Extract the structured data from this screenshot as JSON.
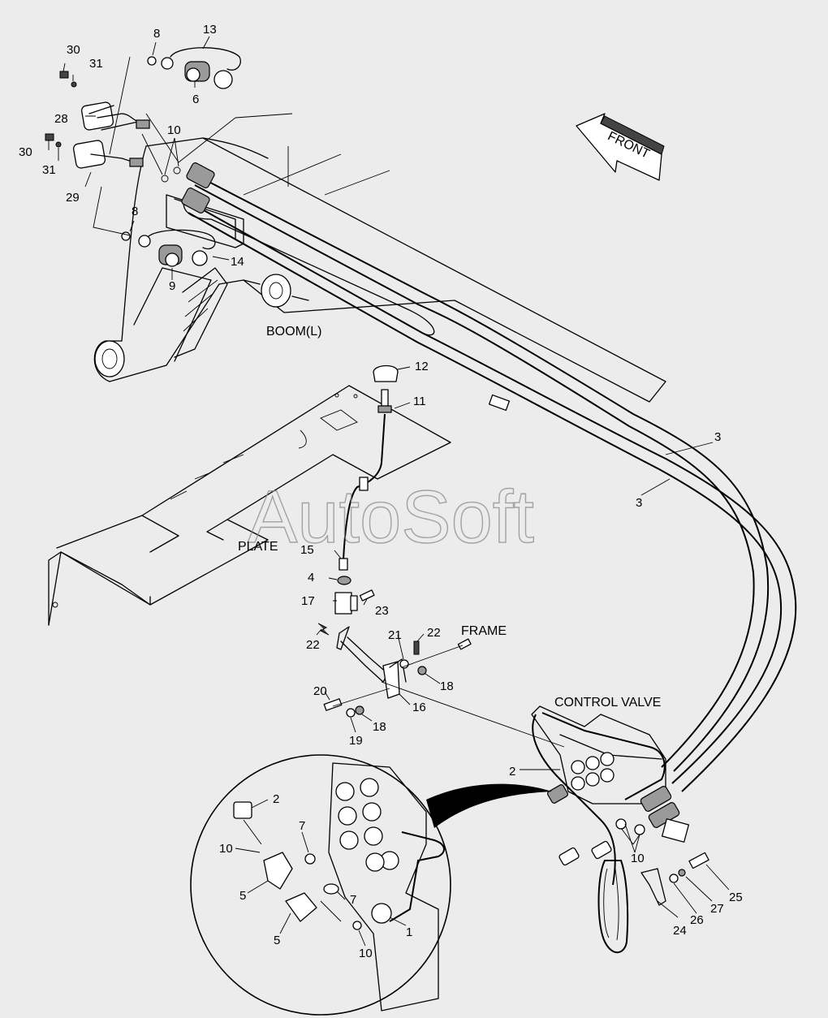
{
  "labels": {
    "boom": "BOOM(L)",
    "plate": "PLATE",
    "frame": "FRAME",
    "control_valve": "CONTROL VALVE",
    "front": "FRONT"
  },
  "watermark": "AutoSoft",
  "callouts": [
    {
      "id": "c30a",
      "text": "30"
    },
    {
      "id": "c31a",
      "text": "31"
    },
    {
      "id": "c8a",
      "text": "8"
    },
    {
      "id": "c13",
      "text": "13"
    },
    {
      "id": "c6",
      "text": "6"
    },
    {
      "id": "c28",
      "text": "28"
    },
    {
      "id": "c10a",
      "text": "10"
    },
    {
      "id": "c30b",
      "text": "30"
    },
    {
      "id": "c31b",
      "text": "31"
    },
    {
      "id": "c29",
      "text": "29"
    },
    {
      "id": "c8b",
      "text": "8"
    },
    {
      "id": "c14",
      "text": "14"
    },
    {
      "id": "c9",
      "text": "9"
    },
    {
      "id": "c12",
      "text": "12"
    },
    {
      "id": "c11",
      "text": "11"
    },
    {
      "id": "c3a",
      "text": "3"
    },
    {
      "id": "c3b",
      "text": "3"
    },
    {
      "id": "c15",
      "text": "15"
    },
    {
      "id": "c4",
      "text": "4"
    },
    {
      "id": "c17",
      "text": "17"
    },
    {
      "id": "c23",
      "text": "23"
    },
    {
      "id": "c22a",
      "text": "22"
    },
    {
      "id": "c22b",
      "text": "22"
    },
    {
      "id": "c21",
      "text": "21"
    },
    {
      "id": "c18a",
      "text": "18"
    },
    {
      "id": "c20",
      "text": "20"
    },
    {
      "id": "c16",
      "text": "16"
    },
    {
      "id": "c18b",
      "text": "18"
    },
    {
      "id": "c19",
      "text": "19"
    },
    {
      "id": "c2a",
      "text": "2"
    },
    {
      "id": "c10b",
      "text": "10"
    },
    {
      "id": "c25",
      "text": "25"
    },
    {
      "id": "c27",
      "text": "27"
    },
    {
      "id": "c26",
      "text": "26"
    },
    {
      "id": "c24",
      "text": "24"
    },
    {
      "id": "c2b",
      "text": "2"
    },
    {
      "id": "c7a",
      "text": "7"
    },
    {
      "id": "c10c",
      "text": "10"
    },
    {
      "id": "c5a",
      "text": "5"
    },
    {
      "id": "c7b",
      "text": "7"
    },
    {
      "id": "c5b",
      "text": "5"
    },
    {
      "id": "c10d",
      "text": "10"
    },
    {
      "id": "c1",
      "text": "1"
    }
  ]
}
